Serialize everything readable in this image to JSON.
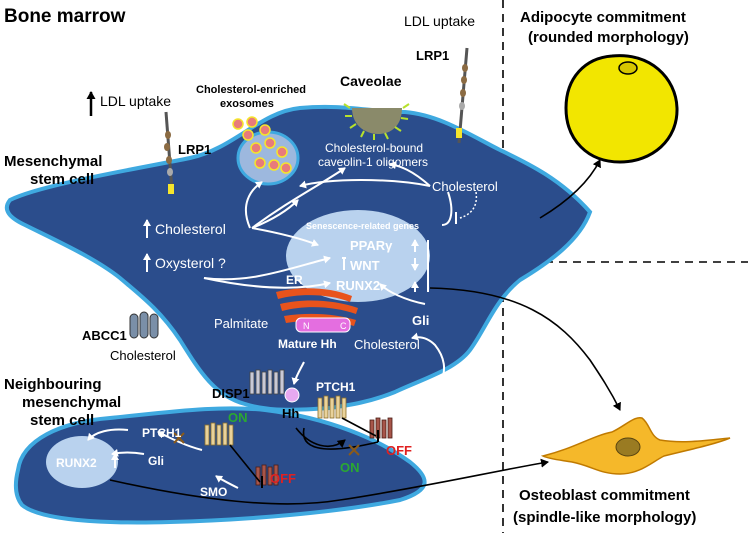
{
  "labels": {
    "bone_marrow": "Bone marrow",
    "mesenchymal_line1": "Mesenchymal",
    "mesenchymal_line2": "stem cell",
    "neighbour_line1": "Neighbouring",
    "neighbour_line2": "mesenchymal",
    "neighbour_line3": "stem cell",
    "ldl_uptake_left": "LDL uptake",
    "ldl_uptake_right": "LDL uptake",
    "lrp1_left": "LRP1",
    "lrp1_right": "LRP1",
    "exosomes_line1": "Cholesterol-enriched",
    "exosomes_line2": "exosomes",
    "caveolae": "Caveolae",
    "caveolin_line1": "Cholesterol-bound",
    "caveolin_line2": "caveolin-1 oligomers",
    "cholesterol_right": "Cholesterol",
    "cholesterol_left": "Cholesterol",
    "oxysterol": "Oxysterol ?",
    "senescence": "Senescence-related genes",
    "ppar": "PPARγ",
    "wnt": "WNT",
    "runx2_main": "RUNX2",
    "er": "ER",
    "palmitate": "Palmitate",
    "n_label": "N",
    "c_label": "C",
    "mature_hh": "Mature Hh",
    "cholesterol_hh": "Cholesterol",
    "gli_main": "Gli",
    "abcc1": "ABCC1",
    "cholesterol_abcc1": "Cholesterol",
    "disp1": "DISP1",
    "hh": "Hh",
    "ptch1_main": "PTCH1",
    "smo_main": "SMO",
    "on_top": "ON",
    "on_bottom": "ON",
    "off_right": "OFF",
    "off_left": "OFF",
    "ptch1_small": "PTCH1",
    "gli_small": "Gli",
    "smo_small": "SMO",
    "runx2_small": "RUNX2",
    "adipo_line1": "Adipocyte commitment",
    "adipo_line2": "(rounded morphology)",
    "osteo_line1": "Osteoblast commitment",
    "osteo_line2": "(spindle-like morphology)"
  },
  "colors": {
    "cell_fill": "#2b4d8c",
    "cell_outline": "#3fa9e0",
    "nucleus_fill": "#b9d2ee",
    "on_color": "#2aa832",
    "off_color": "#e02020",
    "adipocyte": "#f2e600",
    "osteoblast": "#f5b82a",
    "er_color": "#e8531c",
    "mature_hh_color": "#e46ee0"
  }
}
